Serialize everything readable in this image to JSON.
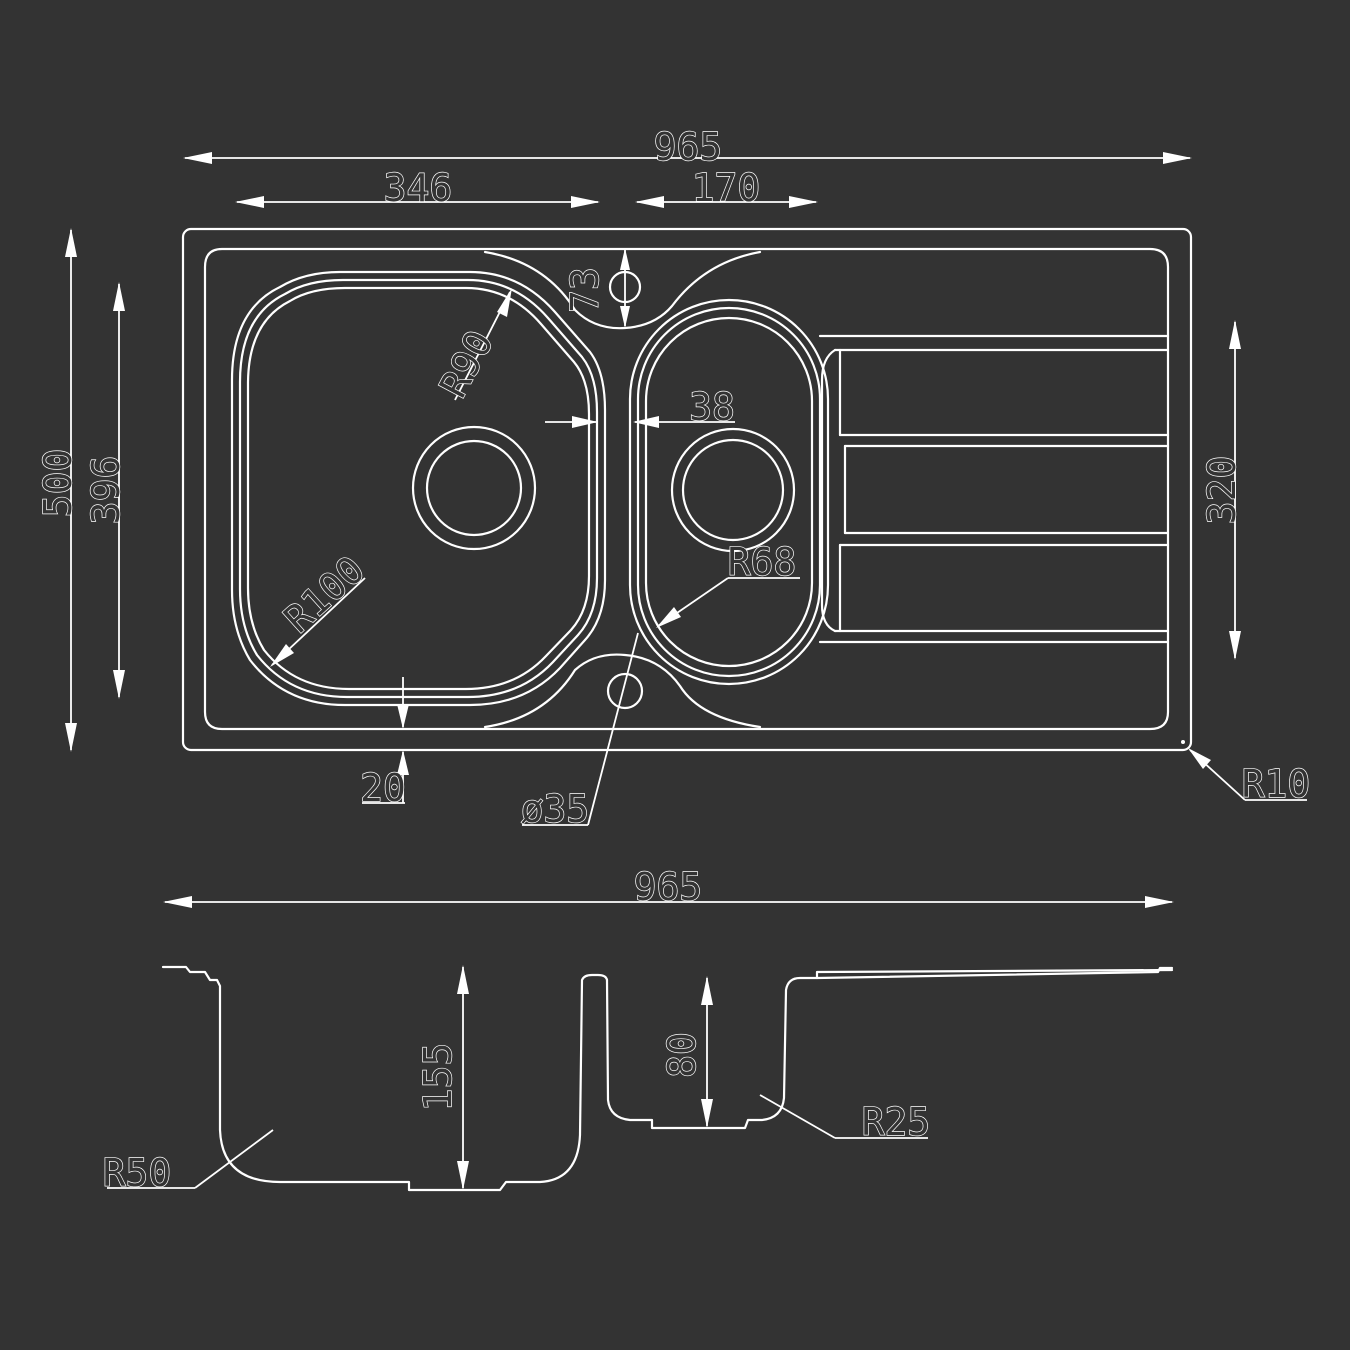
{
  "colors": {
    "background": "#333333",
    "line": "#ffffff"
  },
  "dimensions": {
    "overall_width_top": "965",
    "main_bowl_width": "346",
    "half_bowl_width": "170",
    "overall_depth": "500",
    "bowl_depth": "396",
    "drainer_width": "320",
    "bowl_spacing": "38",
    "tap_offset": "73",
    "front_margin": "20",
    "main_bowl_radius": "R90",
    "main_bowl_corner_radius": "R100",
    "half_bowl_radius": "R68",
    "tap_hole_diameter": "ø35",
    "corner_radius": "R10",
    "overall_width_section": "965",
    "main_bowl_depth": "155",
    "half_bowl_depth": "80",
    "section_radius_main": "R50",
    "section_radius_half": "R25"
  }
}
